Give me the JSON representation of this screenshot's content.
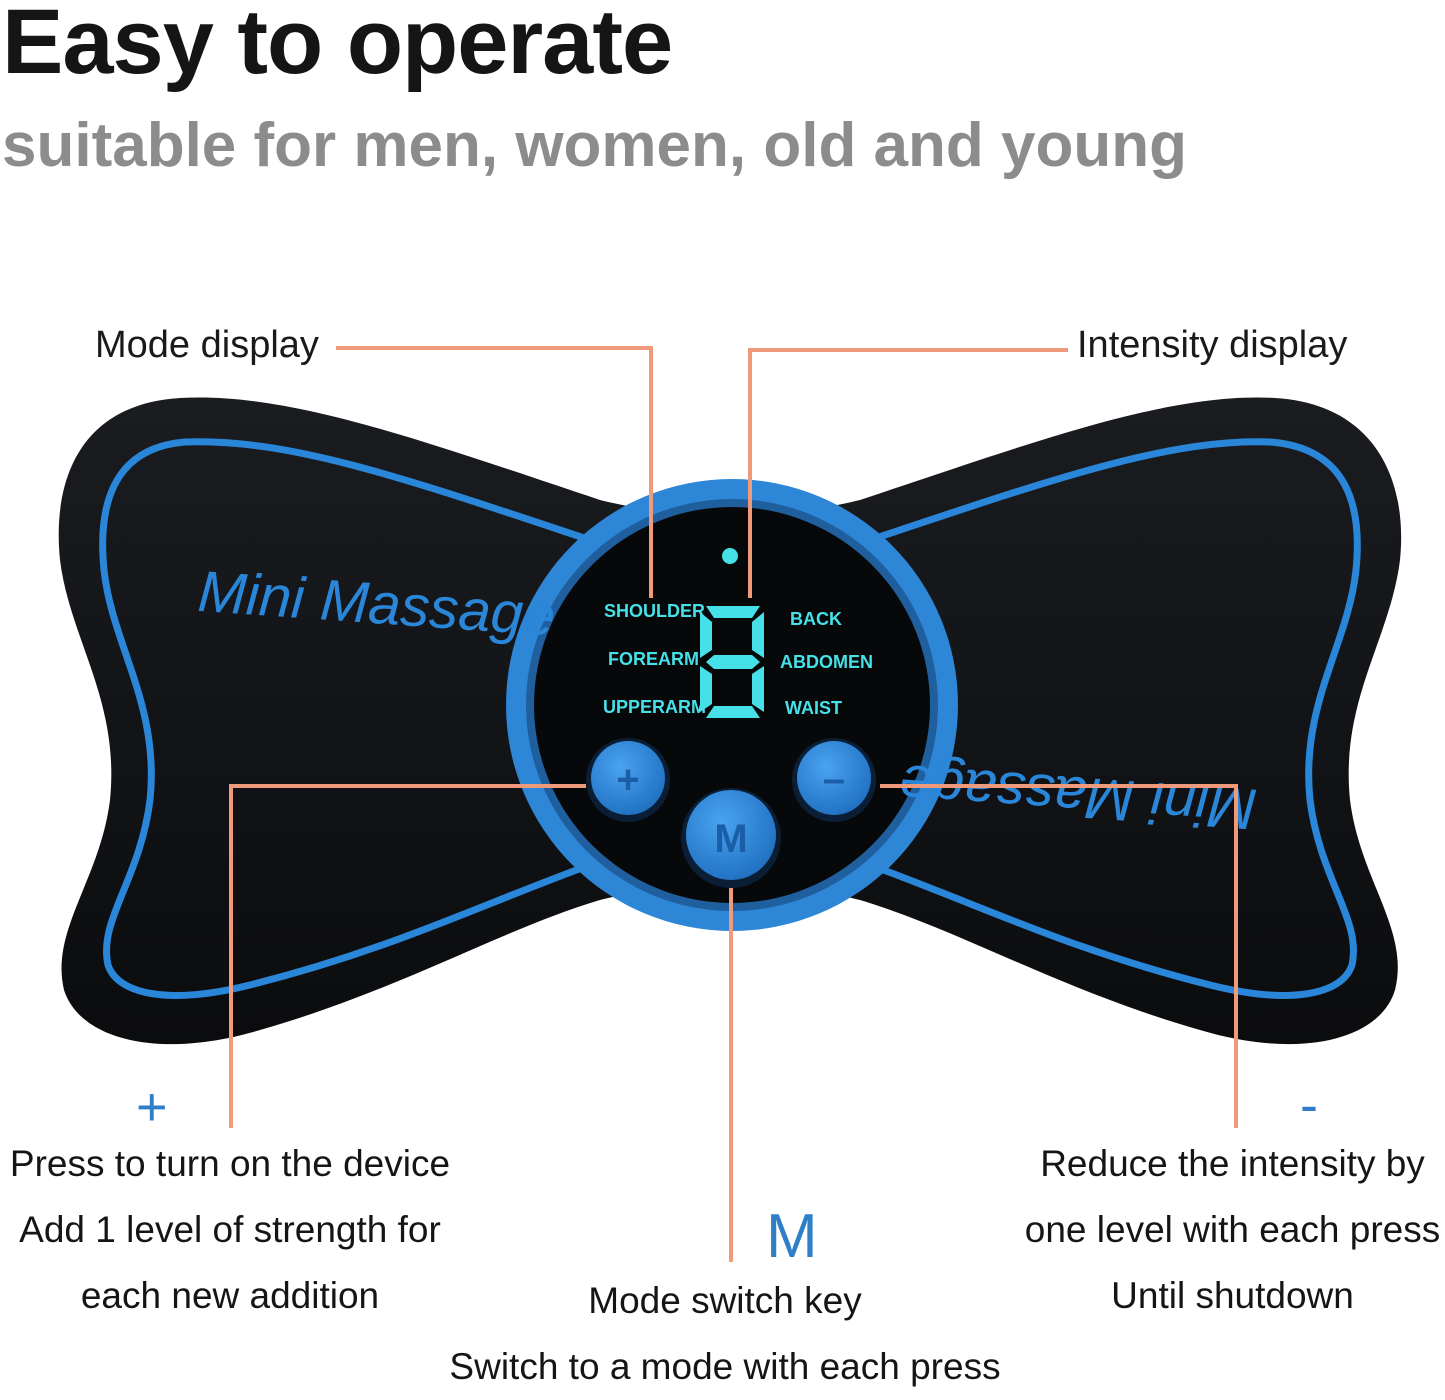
{
  "header": {
    "title": "Easy to operate",
    "subtitle": "suitable for men, women, old and young"
  },
  "callouts": {
    "mode_display": "Mode display",
    "intensity_display": "Intensity display"
  },
  "device": {
    "brand_text": "Mini Massage",
    "modes_left": [
      "SHOULDER",
      "FOREARM",
      "UPPERARM"
    ],
    "modes_right": [
      "BACK",
      "ABDOMEN",
      "WAIST"
    ],
    "digit": "8",
    "plus_button": "+",
    "minus_button": "–",
    "mode_button": "M"
  },
  "instructions": {
    "plus": {
      "symbol": "+",
      "lines": [
        "Press to turn on the device",
        "Add 1 level of strength for",
        "each new addition"
      ]
    },
    "mode": {
      "symbol": "M",
      "lines": [
        "Mode switch key",
        "Switch to a mode with each press"
      ]
    },
    "minus": {
      "symbol": "-",
      "lines": [
        "Reduce the intensity by",
        "one level with each press",
        "Until shutdown"
      ]
    }
  },
  "colors": {
    "accent_blue": "#2f7fc8",
    "leader_line": "#ef9a7a",
    "device_body": "#121417",
    "device_ring": "#2d86d6",
    "lcd": "#46e0e8"
  }
}
